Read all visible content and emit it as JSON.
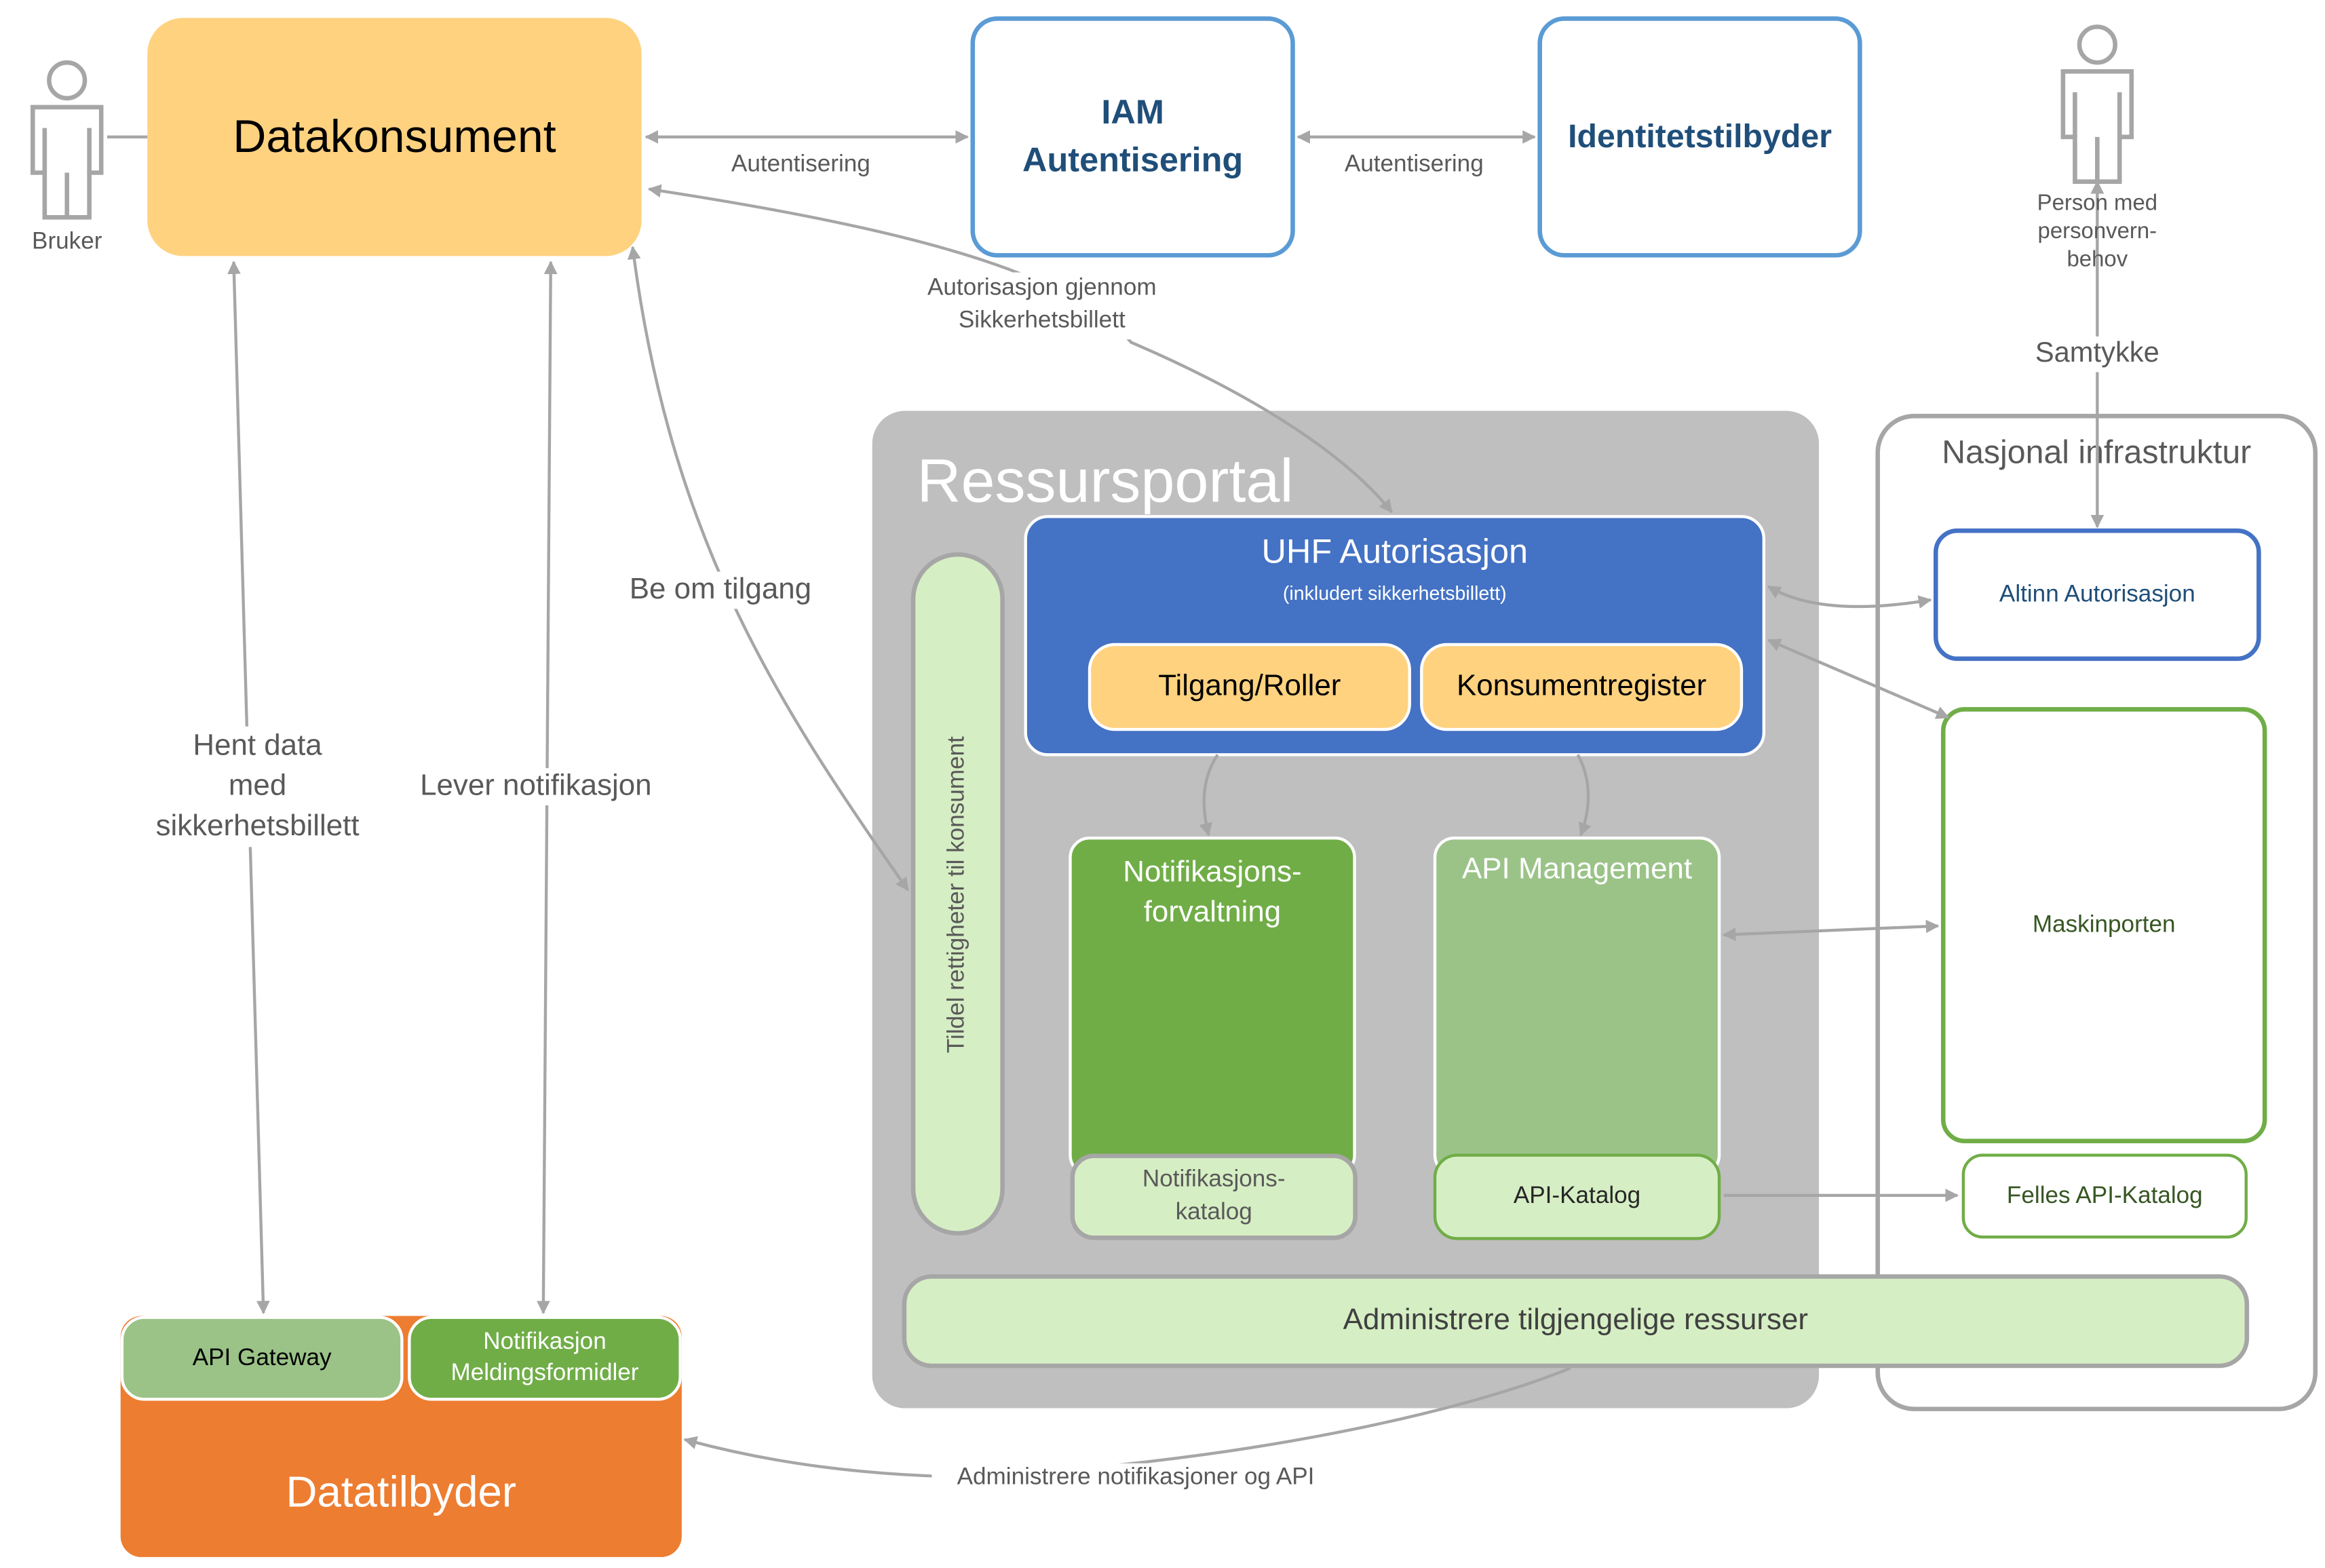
{
  "nodes": {
    "datakonsument": "Datakonsument",
    "iam": "IAM\nAutentisering",
    "identitetstilbyder": "Identitetstilbyder",
    "ressursportal": "Ressursportal",
    "uhf_autorisasjon": "UHF Autorisasjon",
    "uhf_sub": "(inkludert sikkerhetsbillett)",
    "tilgang_roller": "Tilgang/Roller",
    "konsumentregister": "Konsumentregister",
    "tildel_rettigheter": "Tildel rettigheter til konsument",
    "notifikasjonsforvaltning": "Notifikasjons-\nforvaltning",
    "api_management": "API Management",
    "notifikasjonskatalog": "Notifikasjons-\nkatalog",
    "api_katalog": "API-Katalog",
    "administrere_ressurser": "Administrere tilgjengelige ressurser",
    "nasjonal_infrastruktur": "Nasjonal infrastruktur",
    "altinn_autorisasjon": "Altinn Autorisasjon",
    "maskinporten": "Maskinporten",
    "felles_api_katalog": "Felles API-Katalog",
    "api_gateway": "API Gateway",
    "notifikasjon_meldingsformidler": "Notifikasjon\nMeldingsformidler",
    "datatilbyder": "Datatilbyder"
  },
  "actors": {
    "bruker": "Bruker",
    "person": "Person med\npersonvern-\nbehov"
  },
  "edges": {
    "autentisering_1": "Autentisering",
    "autentisering_2": "Autentisering",
    "autorisasjon": "Autorisasjon gjennom\nSikkerhetsbillett",
    "samtykke": "Samtykke",
    "be_om_tilgang": "Be om tilgang",
    "hent_data": "Hent data\nmed\nsikkerhetsbillett",
    "lever_notifikasjon": "Lever notifikasjon",
    "administrere_notifikasjoner": "Administrere notifikasjoner og API"
  },
  "colors": {
    "datakonsument": "#FFD280",
    "iam_border": "#5B9BD5",
    "iam_text": "#1F4E79",
    "portal_bg": "#BFBFBF",
    "uhf": "#4472C4",
    "light_green": "#D6EEC4",
    "green": "#70AD47",
    "muted_green": "#9BC388",
    "orange": "#ED7D31",
    "arrow": "#A6A6A6",
    "person": "#A6A6A6"
  }
}
